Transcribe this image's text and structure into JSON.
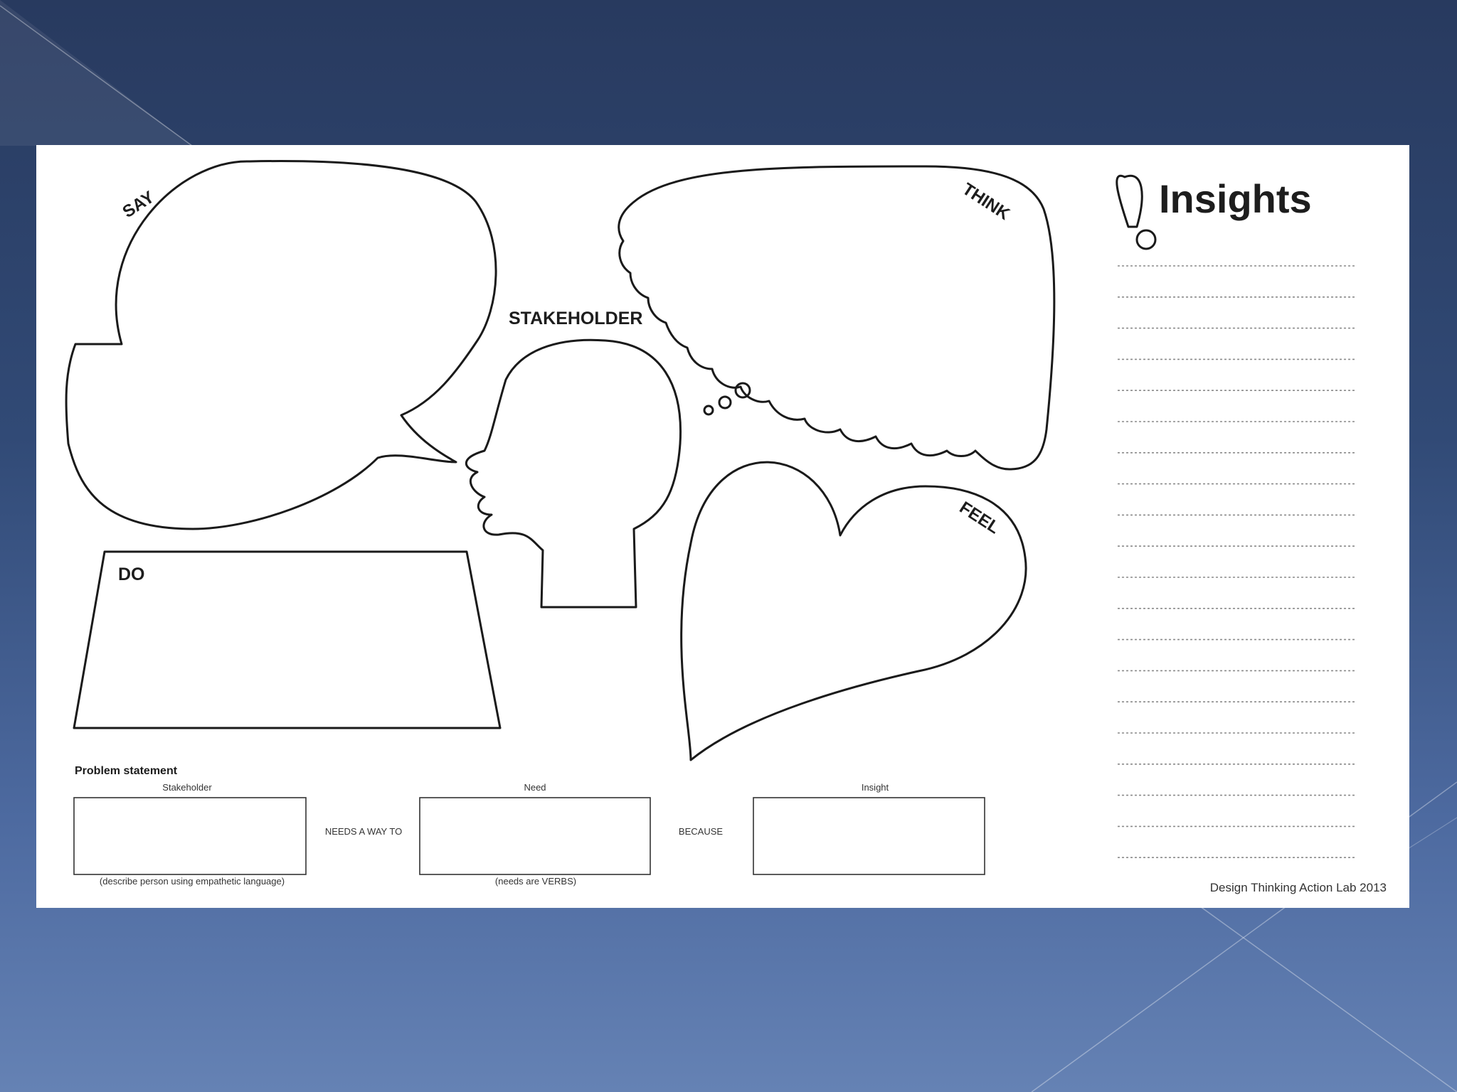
{
  "worksheet": {
    "labels": {
      "say": "SAY",
      "think": "THINK",
      "stakeholder": "STAKEHOLDER",
      "do": "DO",
      "feel": "FEEL"
    },
    "insights": {
      "title": "Insights",
      "line_count": 20
    },
    "problem_statement": {
      "title": "Problem statement",
      "stakeholder_caption": "Stakeholder",
      "need_caption": "Need",
      "insight_caption": "Insight",
      "connector_1": "NEEDS A WAY TO",
      "connector_2": "BECAUSE",
      "stakeholder_hint": "(describe person using empathetic language)",
      "need_hint": "(needs are VERBS)"
    },
    "credit": "Design Thinking Action Lab 2013"
  },
  "colors": {
    "background_top": "#283a5f",
    "background_bottom": "#6582b4",
    "paper": "#ffffff",
    "ink": "#1a1a1a"
  }
}
